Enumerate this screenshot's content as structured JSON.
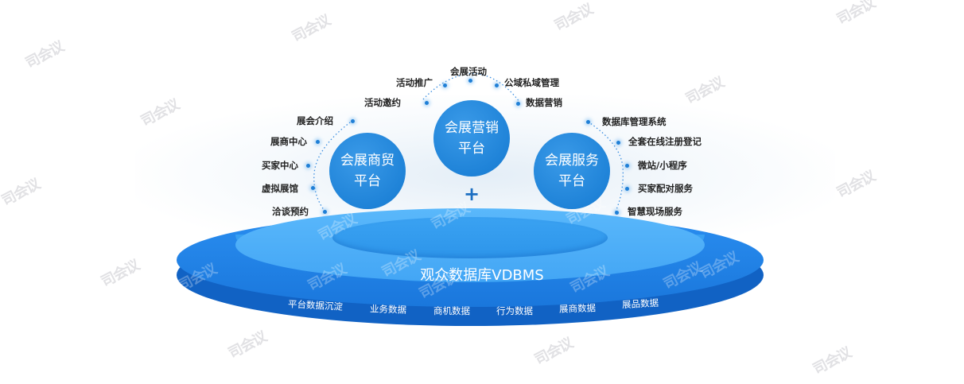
{
  "diagram": {
    "colors": {
      "primary_blue": "#1f83d8",
      "disk_outer": "#1a77dc",
      "disk_middle": "#4aaef7",
      "disk_inner": "#2d95ea",
      "plus": "#1d6fc2",
      "label_text": "#222222"
    },
    "platforms": [
      {
        "id": "trade",
        "line1": "会展商贸",
        "line2": "平台",
        "items": [
          "展会介绍",
          "展商中心",
          "买家中心",
          "虚拟展馆",
          "洽谈预约"
        ]
      },
      {
        "id": "marketing",
        "line1": "会展营销",
        "line2": "平台",
        "items": [
          "活动邀约",
          "活动推广",
          "会展活动",
          "公域私域管理",
          "数据营销"
        ]
      },
      {
        "id": "service",
        "line1": "会展服务",
        "line2": "平台",
        "items": [
          "数据库管理系统",
          "全套在线注册登记",
          "微站/小程序",
          "买家配对服务",
          "智慧现场服务"
        ]
      }
    ],
    "connector_symbol": "+",
    "database": {
      "title": "观众数据库VDBMS",
      "items": [
        "平台数据沉淀",
        "业务数据",
        "商机数据",
        "行为数据",
        "展商数据",
        "展品数据"
      ]
    },
    "watermark": "司会议"
  }
}
